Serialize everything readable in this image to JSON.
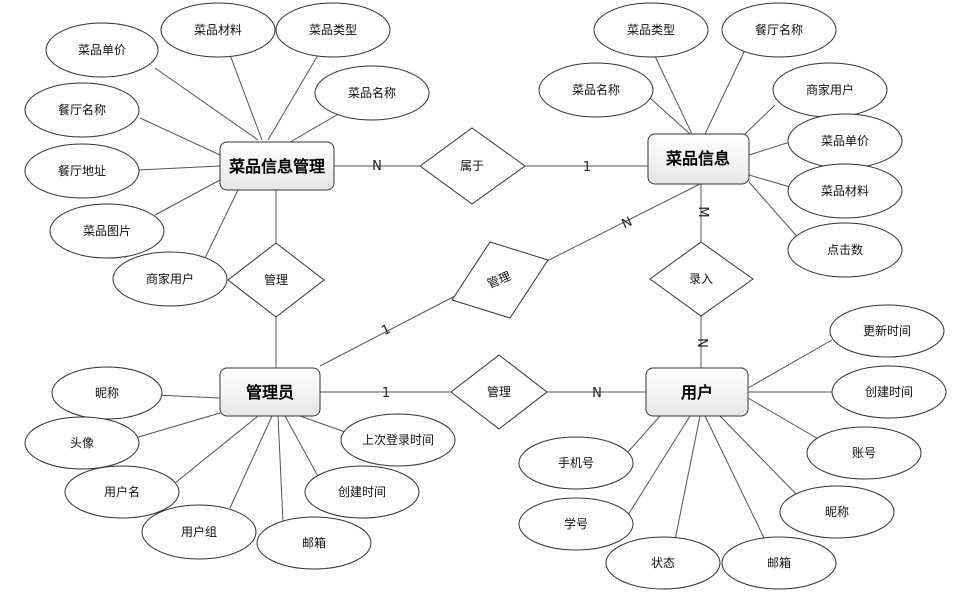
{
  "entities": {
    "dish_mgmt": "菜品信息管理",
    "dish_info": "菜品信息",
    "admin": "管理员",
    "user": "用户"
  },
  "relationships": {
    "belongs": "属于",
    "manage_dish": "管理",
    "manage_info": "管理",
    "manage_user": "管理",
    "entry": "录入"
  },
  "cardinalities": {
    "belongs_mgmt": "N",
    "belongs_info": "1",
    "info_manage": "N",
    "admin_manage": "1",
    "admin_user": "1",
    "user_manage": "N",
    "info_entry": "M",
    "user_entry": "N"
  },
  "attributes": {
    "dish_mgmt": {
      "price": "菜品单价",
      "material": "菜品材料",
      "type": "菜品类型",
      "name": "菜品名称",
      "restaurant": "餐厅名称",
      "address": "餐厅地址",
      "image": "菜品图片",
      "merchant": "商家用户"
    },
    "dish_info": {
      "type": "菜品类型",
      "restaurant": "餐厅名称",
      "name": "菜品名称",
      "merchant": "商家用户",
      "price": "菜品单价",
      "material": "菜品材料",
      "clicks": "点击数"
    },
    "admin": {
      "nickname": "昵称",
      "avatar": "头像",
      "username": "用户名",
      "group": "用户组",
      "email": "邮箱",
      "created": "创建时间",
      "last_login": "上次登录时间"
    },
    "user": {
      "updated": "更新时间",
      "created": "创建时间",
      "account": "账号",
      "nickname": "昵称",
      "email": "邮箱",
      "status": "状态",
      "student_no": "学号",
      "phone": "手机号"
    }
  }
}
